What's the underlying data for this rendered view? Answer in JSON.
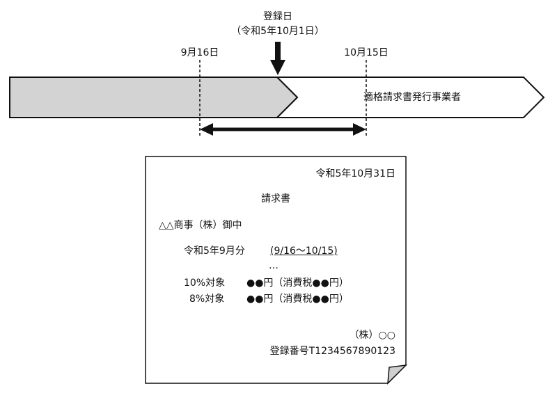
{
  "timeline": {
    "registration_label": "登録日",
    "registration_date": "（令和5年10月1日）",
    "start_label": "9月16日",
    "end_label": "10月15日",
    "issuer_status": "適格請求書発行事業者"
  },
  "invoice": {
    "date": "令和5年10月31日",
    "title": "請求書",
    "recipient": "△△商事（株）御中",
    "period_label": "令和5年9月分",
    "period_range": "(9/16～10/15)",
    "ellipsis": "…",
    "line_10_label": "10%対象",
    "line_10_amount": "●●円（消費税●●円）",
    "line_8_label": "8%対象",
    "line_8_amount": "●●円（消費税●●円）",
    "issuer": "（株）○○",
    "registration_number": "登録番号T1234567890123"
  },
  "colors": {
    "shaded_segment": "#d3d3d3",
    "line": "#111111",
    "paper": "#ffffff",
    "fold": "#cfcfcf"
  }
}
